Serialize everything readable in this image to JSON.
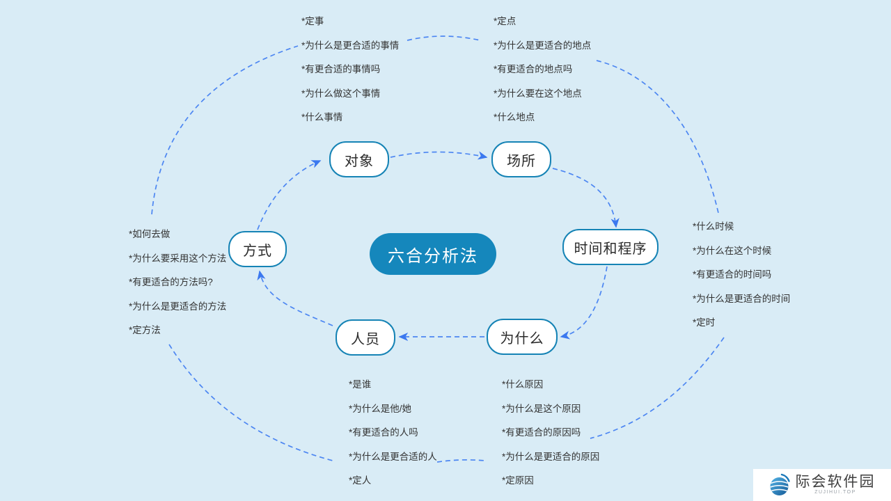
{
  "center": {
    "label": "六合分析法"
  },
  "nodes": [
    {
      "id": "object",
      "label": "对象"
    },
    {
      "id": "place",
      "label": "场所"
    },
    {
      "id": "time",
      "label": "时间和程序"
    },
    {
      "id": "why",
      "label": "为什么"
    },
    {
      "id": "person",
      "label": "人员"
    },
    {
      "id": "method",
      "label": "方式"
    }
  ],
  "lists": {
    "object": {
      "items": [
        "*定事",
        "*为什么是更合适的事情",
        "*有更合适的事情吗",
        "*为什么做这个事情",
        "*什么事情"
      ]
    },
    "place": {
      "items": [
        "*定点",
        "*为什么是更适合的地点",
        "*有更适合的地点吗",
        "*为什么要在这个地点",
        "*什么地点"
      ]
    },
    "time": {
      "items": [
        "*什么时候",
        "*为什么在这个时候",
        "*有更适合的时间吗",
        "*为什么是更适合的时间",
        "*定时"
      ]
    },
    "method": {
      "items": [
        "*如何去做",
        "*为什么要采用这个方法",
        "*有更适合的方法吗?",
        "*为什么是更适合的方法",
        "*定方法"
      ]
    },
    "person": {
      "items": [
        "*是谁",
        "*为什么是他/她",
        "*有更适合的人吗",
        "*为什么是更合适的人",
        "*定人"
      ]
    },
    "why": {
      "items": [
        "*什么原因",
        "*为什么是这个原因",
        "*有更适合的原因吗",
        "*为什么是更适合的原因",
        "*定原因"
      ]
    }
  },
  "watermark": {
    "name": "际会软件园",
    "domain": "ZUJIHUI.TOP"
  },
  "colors": {
    "background": "#d9ecf6",
    "node_border": "#1583b5",
    "center_fill": "#1587bc",
    "connector": "#4c86f2",
    "list_text": "#333333"
  }
}
